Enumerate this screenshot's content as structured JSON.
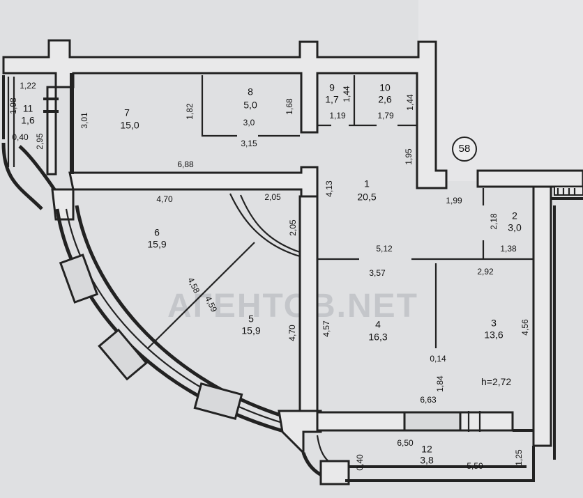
{
  "watermark": "AГЕНТОВ.NET",
  "section_number": "58",
  "ceiling_height": "h=2,72",
  "rooms": [
    {
      "id": "room-1",
      "number": "1",
      "area": "20,5"
    },
    {
      "id": "room-2",
      "number": "2",
      "area": "3,0"
    },
    {
      "id": "room-3",
      "number": "3",
      "area": "13,6"
    },
    {
      "id": "room-4",
      "number": "4",
      "area": "16,3"
    },
    {
      "id": "room-5",
      "number": "5",
      "area": "15,9"
    },
    {
      "id": "room-6",
      "number": "6",
      "area": "15,9"
    },
    {
      "id": "room-7",
      "number": "7",
      "area": "15,0"
    },
    {
      "id": "room-8",
      "number": "8",
      "area": "5,0"
    },
    {
      "id": "room-9",
      "number": "9",
      "area": "1,7"
    },
    {
      "id": "room-10",
      "number": "10",
      "area": "2,6"
    },
    {
      "id": "room-11",
      "number": "11",
      "area": "1,6"
    },
    {
      "id": "room-12",
      "number": "12",
      "area": "3,8"
    }
  ],
  "dimensions": {
    "d_1_22": "1,22",
    "d_1_98": "1,98",
    "d_0_40_top": "0,40",
    "d_2_95": "2,95",
    "d_3_01": "3,01",
    "d_1_82": "1,82",
    "d_3_0": "3,0",
    "d_3_15": "3,15",
    "d_1_68": "1,68",
    "d_1_44_a": "1,44",
    "d_1_19": "1,19",
    "d_1_44_b": "1,44",
    "d_1_79": "1,79",
    "d_1_95": "1,95",
    "d_6_88": "6,88",
    "d_4_13": "4,13",
    "d_1_99": "1,99",
    "d_2_18": "2,18",
    "d_4_70_top": "4,70",
    "d_2_05_h": "2,05",
    "d_2_05_v": "2,05",
    "d_5_12": "5,12",
    "d_1_38": "1,38",
    "d_3_57": "3,57",
    "d_2_92": "2,92",
    "d_4_58": "4,58",
    "d_4_59": "4,59",
    "d_4_70_v": "4,70",
    "d_4_57": "4,57",
    "d_4_56": "4,56",
    "d_0_14": "0,14",
    "d_1_84": "1,84",
    "d_6_63": "6,63",
    "d_6_50": "6,50",
    "d_0_40_bottom": "0,40",
    "d_5_50": "5,50",
    "d_1_25": "1,25"
  }
}
